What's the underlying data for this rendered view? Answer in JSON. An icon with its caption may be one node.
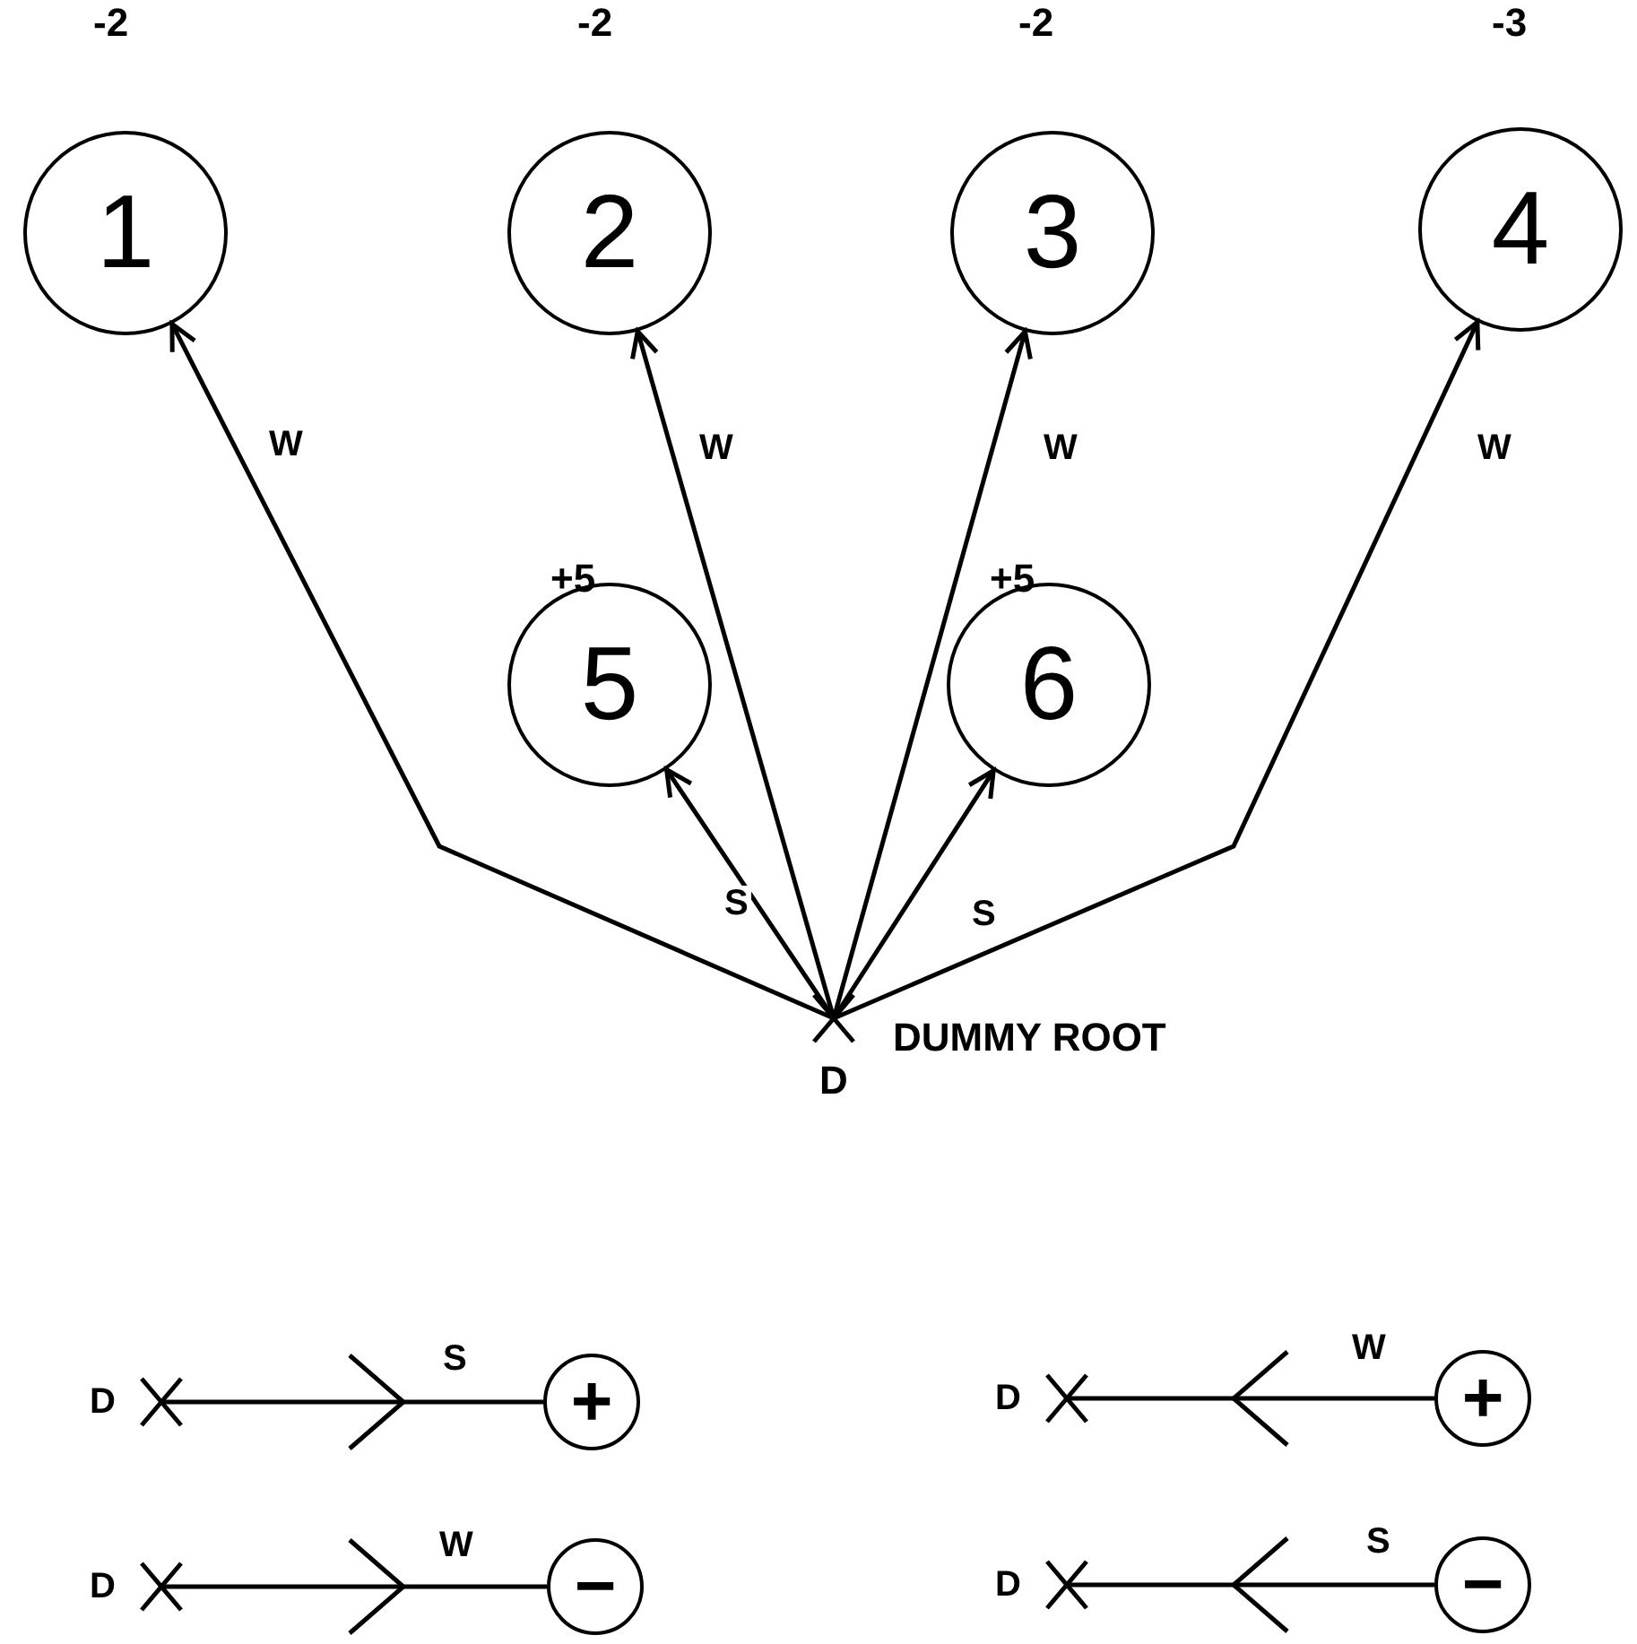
{
  "diagram": {
    "nodes": [
      {
        "text": [
          "1"
        ],
        "beside": [
          "-2"
        ]
      },
      {
        "text": [
          "2"
        ],
        "beside": [
          "-2"
        ]
      },
      {
        "text": [
          "3"
        ],
        "beside": [
          "-2"
        ]
      },
      {
        "text": [
          "4"
        ],
        "beside": [
          "-3"
        ]
      },
      {
        "text": [
          "5"
        ],
        "beside": [
          "+5"
        ]
      },
      {
        "text": [
          "6"
        ],
        "beside": [
          "+5"
        ]
      },
      {
        "text": [
          "D"
        ],
        "beside": [
          "DUMMY ROOT"
        ]
      },
      {
        "text": [
          "D"
        ]
      },
      {
        "text": [
          "+"
        ]
      },
      {
        "text": [
          "D"
        ]
      },
      {
        "text": [
          "+"
        ]
      },
      {
        "text": [
          "D"
        ]
      },
      {
        "text": [
          "−"
        ]
      },
      {
        "text": [
          "D"
        ]
      },
      {
        "text": [
          "−"
        ]
      }
    ],
    "edges": [
      {
        "from": 6,
        "to": 0,
        "arrow": "to",
        "label": "W"
      },
      {
        "from": 6,
        "to": 1,
        "arrow": "to",
        "label": "W"
      },
      {
        "from": 6,
        "to": 2,
        "arrow": "to",
        "label": "W"
      },
      {
        "from": 6,
        "to": 3,
        "arrow": "to",
        "label": "W"
      },
      {
        "from": 6,
        "to": 4,
        "arrow": "to",
        "label": "S"
      },
      {
        "from": 6,
        "to": 5,
        "arrow": "to",
        "label": "S"
      },
      {
        "from": 7,
        "to": 8,
        "arrow": "to",
        "label": "S"
      },
      {
        "from": 10,
        "to": 9,
        "arrow": "to",
        "label": "W"
      },
      {
        "from": 11,
        "to": 12,
        "arrow": "to",
        "label": "W"
      },
      {
        "from": 14,
        "to": 13,
        "arrow": "to",
        "label": "S"
      }
    ]
  }
}
